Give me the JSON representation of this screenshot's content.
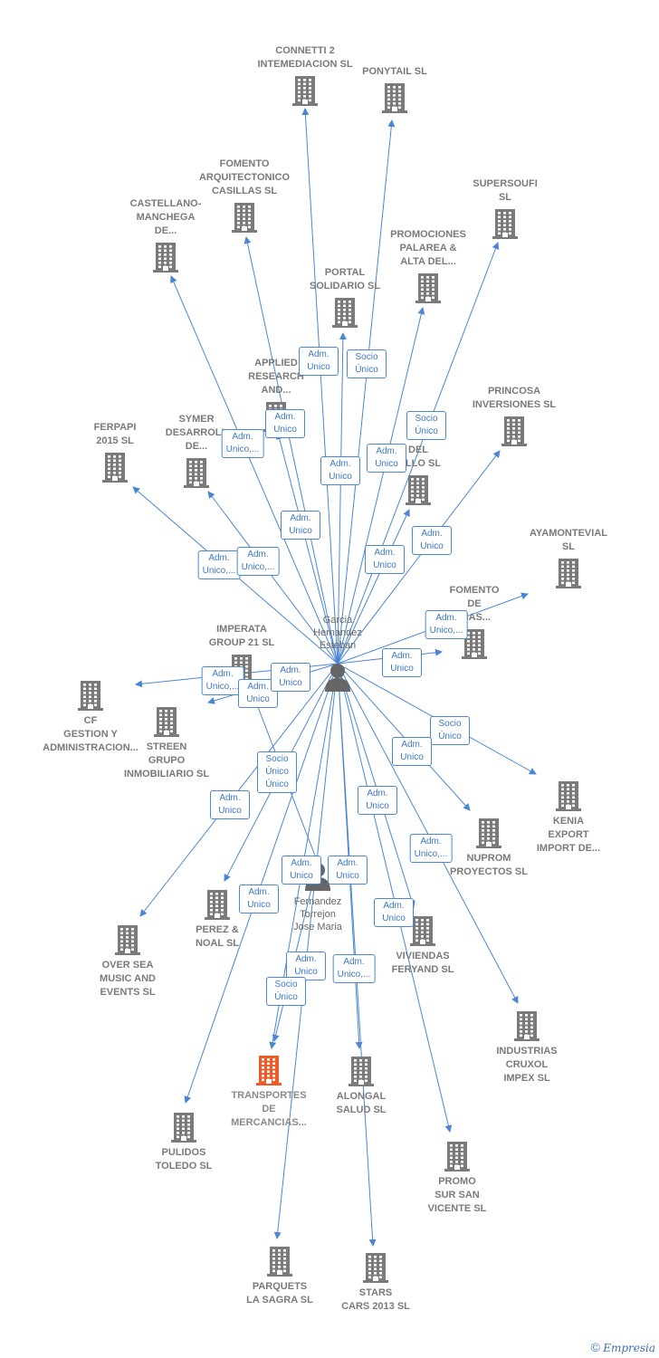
{
  "persons": [
    {
      "id": "garcia",
      "name": "Garcia\nHernandez\nEsteban",
      "icon": "person-icon",
      "color": "#666666"
    },
    {
      "id": "fernandez",
      "name": "Fernandez\nTorrejon\nJose Maria",
      "icon": "person-icon",
      "color": "#666666"
    }
  ],
  "companies": [
    {
      "id": "connetti",
      "name": "CONNETTI 2\nINTEMEDIACION SL"
    },
    {
      "id": "ponytail",
      "name": "PONYTAIL SL"
    },
    {
      "id": "fomento_arq",
      "name": "FOMENTO\nARQUITECTONICO\nCASILLAS SL"
    },
    {
      "id": "supersoufi",
      "name": "SUPERSOUFI\nSL"
    },
    {
      "id": "castellano",
      "name": "CASTELLANO-\nMANCHEGA\nDE..."
    },
    {
      "id": "promociones",
      "name": "PROMOCIONES\nPALAREA &\nALTA DEL..."
    },
    {
      "id": "portal",
      "name": "PORTAL\nSOLIDARIO SL"
    },
    {
      "id": "applied",
      "name": "APPLIED\nRESEARCH\nAND..."
    },
    {
      "id": "princosa",
      "name": "PRINCOSA\nINVERSIONES SL"
    },
    {
      "id": "ferpapi",
      "name": "FERPAPI\n2015  SL"
    },
    {
      "id": "symer",
      "name": "SYMER\nDESARROLL\nDE..."
    },
    {
      "id": "palomar",
      "name": "PA\nDEL\nNILLO SL"
    },
    {
      "id": "ayamontevial",
      "name": "AYAMONTEVIAL\nSL"
    },
    {
      "id": "fomento_ene",
      "name": "FOMENTO\nDE\nGIAS..."
    },
    {
      "id": "imperata",
      "name": "IMPERATA\nGROUP 21  SL"
    },
    {
      "id": "cf",
      "name": "CF\nGESTION Y\nADMINISTRACION..."
    },
    {
      "id": "streen",
      "name": "STREEN\nGRUPO\nINMOBILIARIO SL"
    },
    {
      "id": "kenia",
      "name": "KENIA\nEXPORT\nIMPORT DE..."
    },
    {
      "id": "nuprom",
      "name": "NUPROM\nPROYECTOS SL"
    },
    {
      "id": "perez",
      "name": "PEREZ &\nNOAL SL"
    },
    {
      "id": "oversea",
      "name": "OVER SEA\nMUSIC AND\nEVENTS  SL"
    },
    {
      "id": "viviendas",
      "name": "VIVIENDAS\nFERYAND SL"
    },
    {
      "id": "industrias",
      "name": "INDUSTRIAS\nCRUXOL\nIMPEX SL"
    },
    {
      "id": "transportes",
      "name": "TRANSPORTES\nDE\nMERCANCIAS...",
      "focus": true
    },
    {
      "id": "alongal",
      "name": "ALONGAL\nSALUD SL"
    },
    {
      "id": "pulidos",
      "name": "PULIDOS\nTOLEDO SL"
    },
    {
      "id": "promo_sur",
      "name": "PROMO\nSUR SAN\nVICENTE SL"
    },
    {
      "id": "parquets",
      "name": "PARQUETS\nLA SAGRA SL"
    },
    {
      "id": "stars",
      "name": "STARS\nCARS 2013  SL"
    }
  ],
  "relations": [
    {
      "id": "r1",
      "label": "Adm.\nUnico"
    },
    {
      "id": "r2",
      "label": "Socio\nÚnico"
    },
    {
      "id": "r3",
      "label": "Adm.\nUnico"
    },
    {
      "id": "r4",
      "label": "Adm.\nUnico,..."
    },
    {
      "id": "r5",
      "label": "Socio\nÚnico"
    },
    {
      "id": "r6",
      "label": "Adm.\nUnico"
    },
    {
      "id": "r7",
      "label": "Adm.\nUnico"
    },
    {
      "id": "r8",
      "label": "Adm.\nUnico"
    },
    {
      "id": "r9",
      "label": "Adm.\nUnico,..."
    },
    {
      "id": "r10",
      "label": "Adm.\nUnico,..."
    },
    {
      "id": "r11",
      "label": "Adm.\nUnico"
    },
    {
      "id": "r12",
      "label": "Adm.\nUnico"
    },
    {
      "id": "r13",
      "label": "Adm.\nUnico,..."
    },
    {
      "id": "r14",
      "label": "Adm.\nUnico"
    },
    {
      "id": "r15",
      "label": "Adm.\nUnico,..."
    },
    {
      "id": "r16",
      "label": "Adm.\nUnico"
    },
    {
      "id": "r17",
      "label": "Adm.\nUnico"
    },
    {
      "id": "r18",
      "label": "Socio\nÚnico"
    },
    {
      "id": "r19",
      "label": "Adm.\nUnico"
    },
    {
      "id": "r20",
      "label": "Socio\nÚnico\nÚnico"
    },
    {
      "id": "r21",
      "label": "Adm.\nUnico"
    },
    {
      "id": "r22",
      "label": "Adm.\nUnico"
    },
    {
      "id": "r23",
      "label": "Adm.\nUnico,..."
    },
    {
      "id": "r24",
      "label": "Adm.\nUnico"
    },
    {
      "id": "r25",
      "label": "Adm.\nUnico"
    },
    {
      "id": "r26",
      "label": "Adm.\nUnico"
    },
    {
      "id": "r27",
      "label": "Adm.\nUnico"
    },
    {
      "id": "r28",
      "label": "Adm.\nUnico"
    },
    {
      "id": "r29",
      "label": "Adm.\nUnico,..."
    },
    {
      "id": "r30",
      "label": "Socio\nÚnico"
    }
  ],
  "colors": {
    "edge": "#4a86d4",
    "building": "#7a7a7a",
    "focus_building": "#f05a28",
    "badge_text": "#3b78c8"
  },
  "footer": {
    "copyright": "©",
    "brand": "Empresia"
  }
}
